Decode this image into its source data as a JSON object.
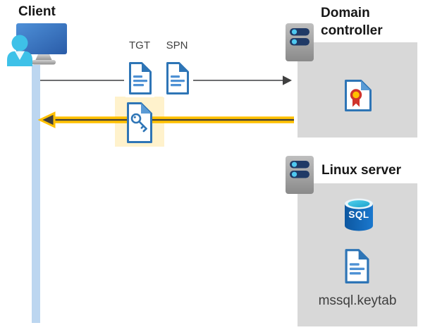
{
  "client": {
    "label": "Client"
  },
  "flow": {
    "tgt_label": "TGT",
    "spn_label": "SPN",
    "request_arrow": "client-to-domain-controller",
    "response_arrow": "domain-controller-to-client-service-ticket"
  },
  "domain_controller": {
    "label": "Domain controller"
  },
  "linux_server": {
    "label": "Linux server",
    "keytab_filename": "mssql.keytab",
    "sql_badge": "SQL"
  },
  "icons": {
    "client": "monitor-with-user-icon",
    "tgt": "document-ticket-icon",
    "spn": "document-ticket-icon",
    "service_ticket": "document-with-key-icon",
    "domain_controller": "server-icon",
    "certificate": "certificate-ribbon-icon",
    "linux_server": "server-icon",
    "database": "sql-database-cylinder-icon",
    "keytab": "document-ticket-icon"
  },
  "colors": {
    "arrow_yellow": "#FFC000",
    "arrow_dark": "#3F3F3F",
    "line_gray": "#58595B",
    "highlight_yellow": "#FFF2CC",
    "panel_gray": "#D8D8D8",
    "doc_blue": "#2E75B6",
    "doc_fold_blue": "#5B9BD5",
    "person_cyan": "#3EC1E8",
    "lifeline_blue": "#BCD6F0",
    "server_slot_navy": "#203A66",
    "server_dot_cyan": "#4FC8F0",
    "rosette_red": "#D0342C",
    "rosette_gold": "#FFC000",
    "sql_body_blue": "#1265B4",
    "sql_top_cyan": "#2FB9DE"
  }
}
